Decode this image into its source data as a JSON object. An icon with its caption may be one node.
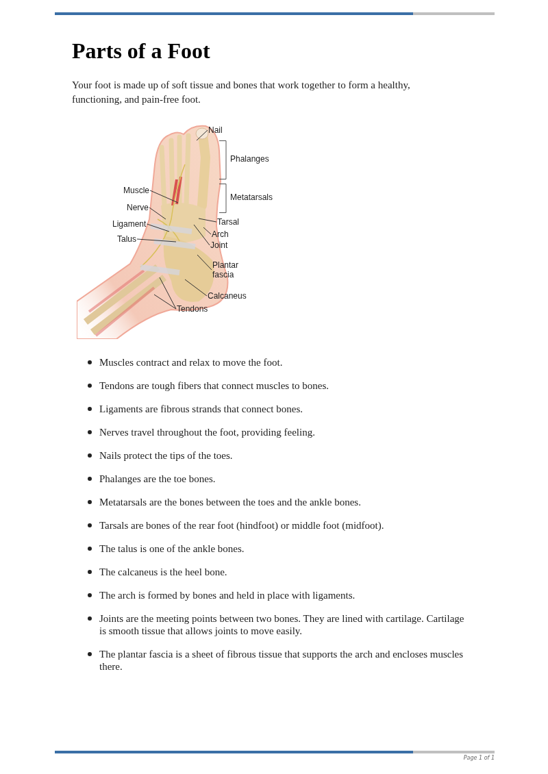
{
  "diagram": {
    "title": "Parts of a Foot",
    "nodes": [
      {
        "text": [],
        "shape": "picture",
        "beside": [
          "Phalanges",
          "Metatarsals"
        ]
      },
      {
        "text": [
          "Nail"
        ]
      },
      {
        "text": [
          "Muscle"
        ]
      },
      {
        "text": [
          "Nerve"
        ]
      },
      {
        "text": [
          "Ligament"
        ]
      },
      {
        "text": [
          "Talus"
        ]
      },
      {
        "text": [
          "Tarsal"
        ]
      },
      {
        "text": [
          "Arch"
        ]
      },
      {
        "text": [
          "Joint"
        ]
      },
      {
        "text": [
          "Plantar fascia"
        ]
      },
      {
        "text": [
          "Calcaneus"
        ]
      },
      {
        "text": [
          "Tendons"
        ],
        "in": 0
      }
    ],
    "edges": [
      {
        "from": 1,
        "to": 0,
        "arrow": "none"
      },
      {
        "from": 2,
        "to": 0,
        "arrow": "none"
      },
      {
        "from": 3,
        "to": 0,
        "arrow": "none"
      },
      {
        "from": 4,
        "to": 0,
        "arrow": "none"
      },
      {
        "from": 5,
        "to": 0,
        "arrow": "none"
      },
      {
        "from": 6,
        "to": 0,
        "arrow": "none"
      },
      {
        "from": 7,
        "to": 0,
        "arrow": "none"
      },
      {
        "from": 8,
        "to": 0,
        "arrow": "none"
      },
      {
        "from": 9,
        "to": 0,
        "arrow": "none"
      },
      {
        "from": 10,
        "to": 0,
        "arrow": "none"
      },
      {
        "from": 11,
        "to": 0,
        "arrow": "none"
      },
      {
        "from": 11,
        "to": 0,
        "arrow": "none"
      }
    ],
    "labels": [
      "Your foot is made up of soft tissue and bones that work together to form a healthy, functioning, and pain-free foot.",
      "Muscles contract and relax to move the foot.",
      "Tendons are tough fibers that connect muscles to bones.",
      "Ligaments are fibrous strands that connect bones.",
      "Nerves travel throughout the foot, providing feeling.",
      "Nails protect the tips of the toes.",
      "Phalanges are the toe bones.",
      "Metatarsals are the bones between the toes and the ankle bones.",
      "Tarsals are bones of the rear foot (hindfoot) or middle foot (midfoot).",
      "The talus is one of the ankle bones.",
      "The calcaneus is the heel bone.",
      "The arch is formed by bones and held in place with ligaments.",
      "Joints are the meeting points between two bones. They are lined with cartilage. Cartilage is smooth tissue that allows joints to move easily.",
      "The plantar fascia is a sheet of fibrous tissue that supports the arch and encloses muscles there.",
      "Page 1 of 1"
    ]
  }
}
